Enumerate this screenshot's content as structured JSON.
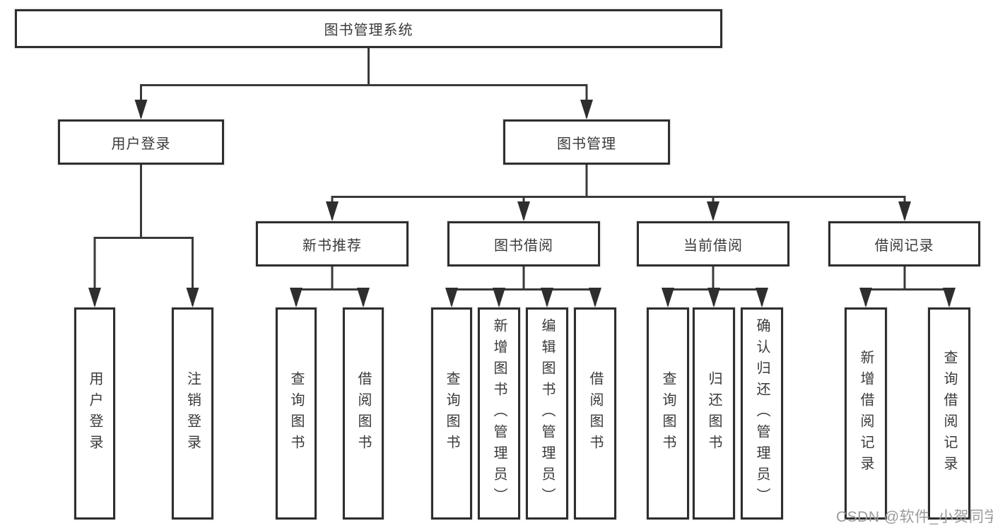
{
  "tree": {
    "label": "图书管理系统",
    "children": [
      {
        "label": "用户登录",
        "children": [
          {
            "label": "用户登录"
          },
          {
            "label": "注销登录"
          }
        ]
      },
      {
        "label": "图书管理",
        "children": [
          {
            "label": "新书推荐",
            "children": [
              {
                "label": "查询图书"
              },
              {
                "label": "借阅图书"
              }
            ]
          },
          {
            "label": "图书借阅",
            "children": [
              {
                "label": "查询图书"
              },
              {
                "label": "新增图书（管理员）"
              },
              {
                "label": "编辑图书（管理员）"
              },
              {
                "label": "借阅图书"
              }
            ]
          },
          {
            "label": "当前借阅",
            "children": [
              {
                "label": "查询图书"
              },
              {
                "label": "归还图书"
              },
              {
                "label": "确认归还（管理员）"
              }
            ]
          },
          {
            "label": "借阅记录",
            "children": [
              {
                "label": "新增借阅记录"
              },
              {
                "label": "查询借阅记录"
              }
            ]
          }
        ]
      }
    ]
  },
  "watermark": {
    "text": "CSDN @软件_小贺同学"
  },
  "colors": {
    "line": "#3a3a3a",
    "box_border": "#2e2e2e",
    "text": "#3a3a3a",
    "watermark": "#9b9b9b",
    "background": "#ffffff"
  }
}
